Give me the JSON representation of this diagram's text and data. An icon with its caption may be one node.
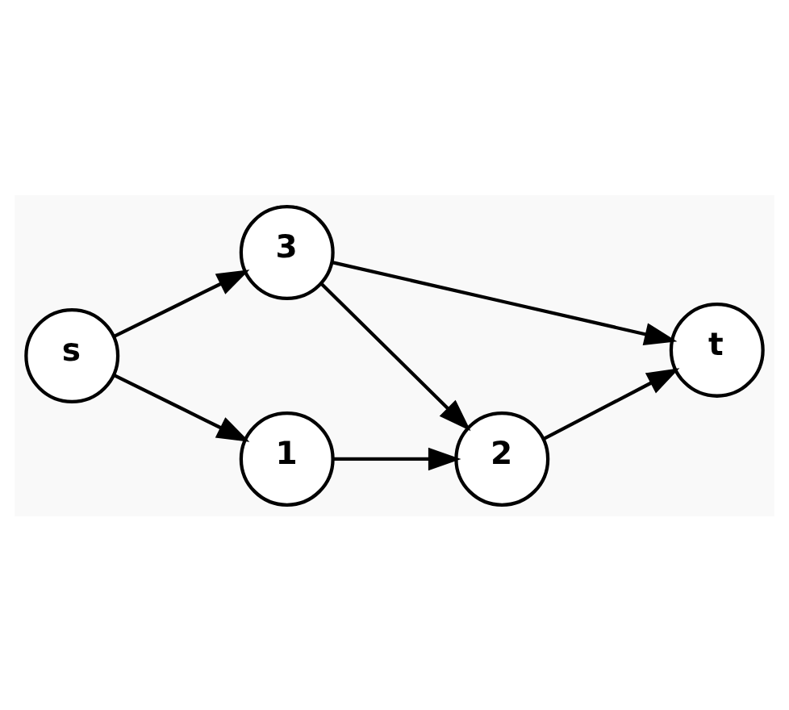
{
  "diagram": {
    "nodes": [
      {
        "text": [
          "s"
        ]
      },
      {
        "text": [
          "3"
        ]
      },
      {
        "text": [
          "t"
        ]
      },
      {
        "text": [
          "1"
        ]
      },
      {
        "text": [
          "2"
        ]
      }
    ],
    "edges": [
      {
        "from": 0,
        "to": 1,
        "arrow": "to"
      },
      {
        "from": 0,
        "to": 3,
        "arrow": "to"
      },
      {
        "from": 1,
        "to": 2,
        "arrow": "to"
      },
      {
        "from": 1,
        "to": 4,
        "arrow": "to"
      },
      {
        "from": 3,
        "to": 4,
        "arrow": "to"
      },
      {
        "from": 4,
        "to": 2,
        "arrow": "to"
      }
    ]
  }
}
